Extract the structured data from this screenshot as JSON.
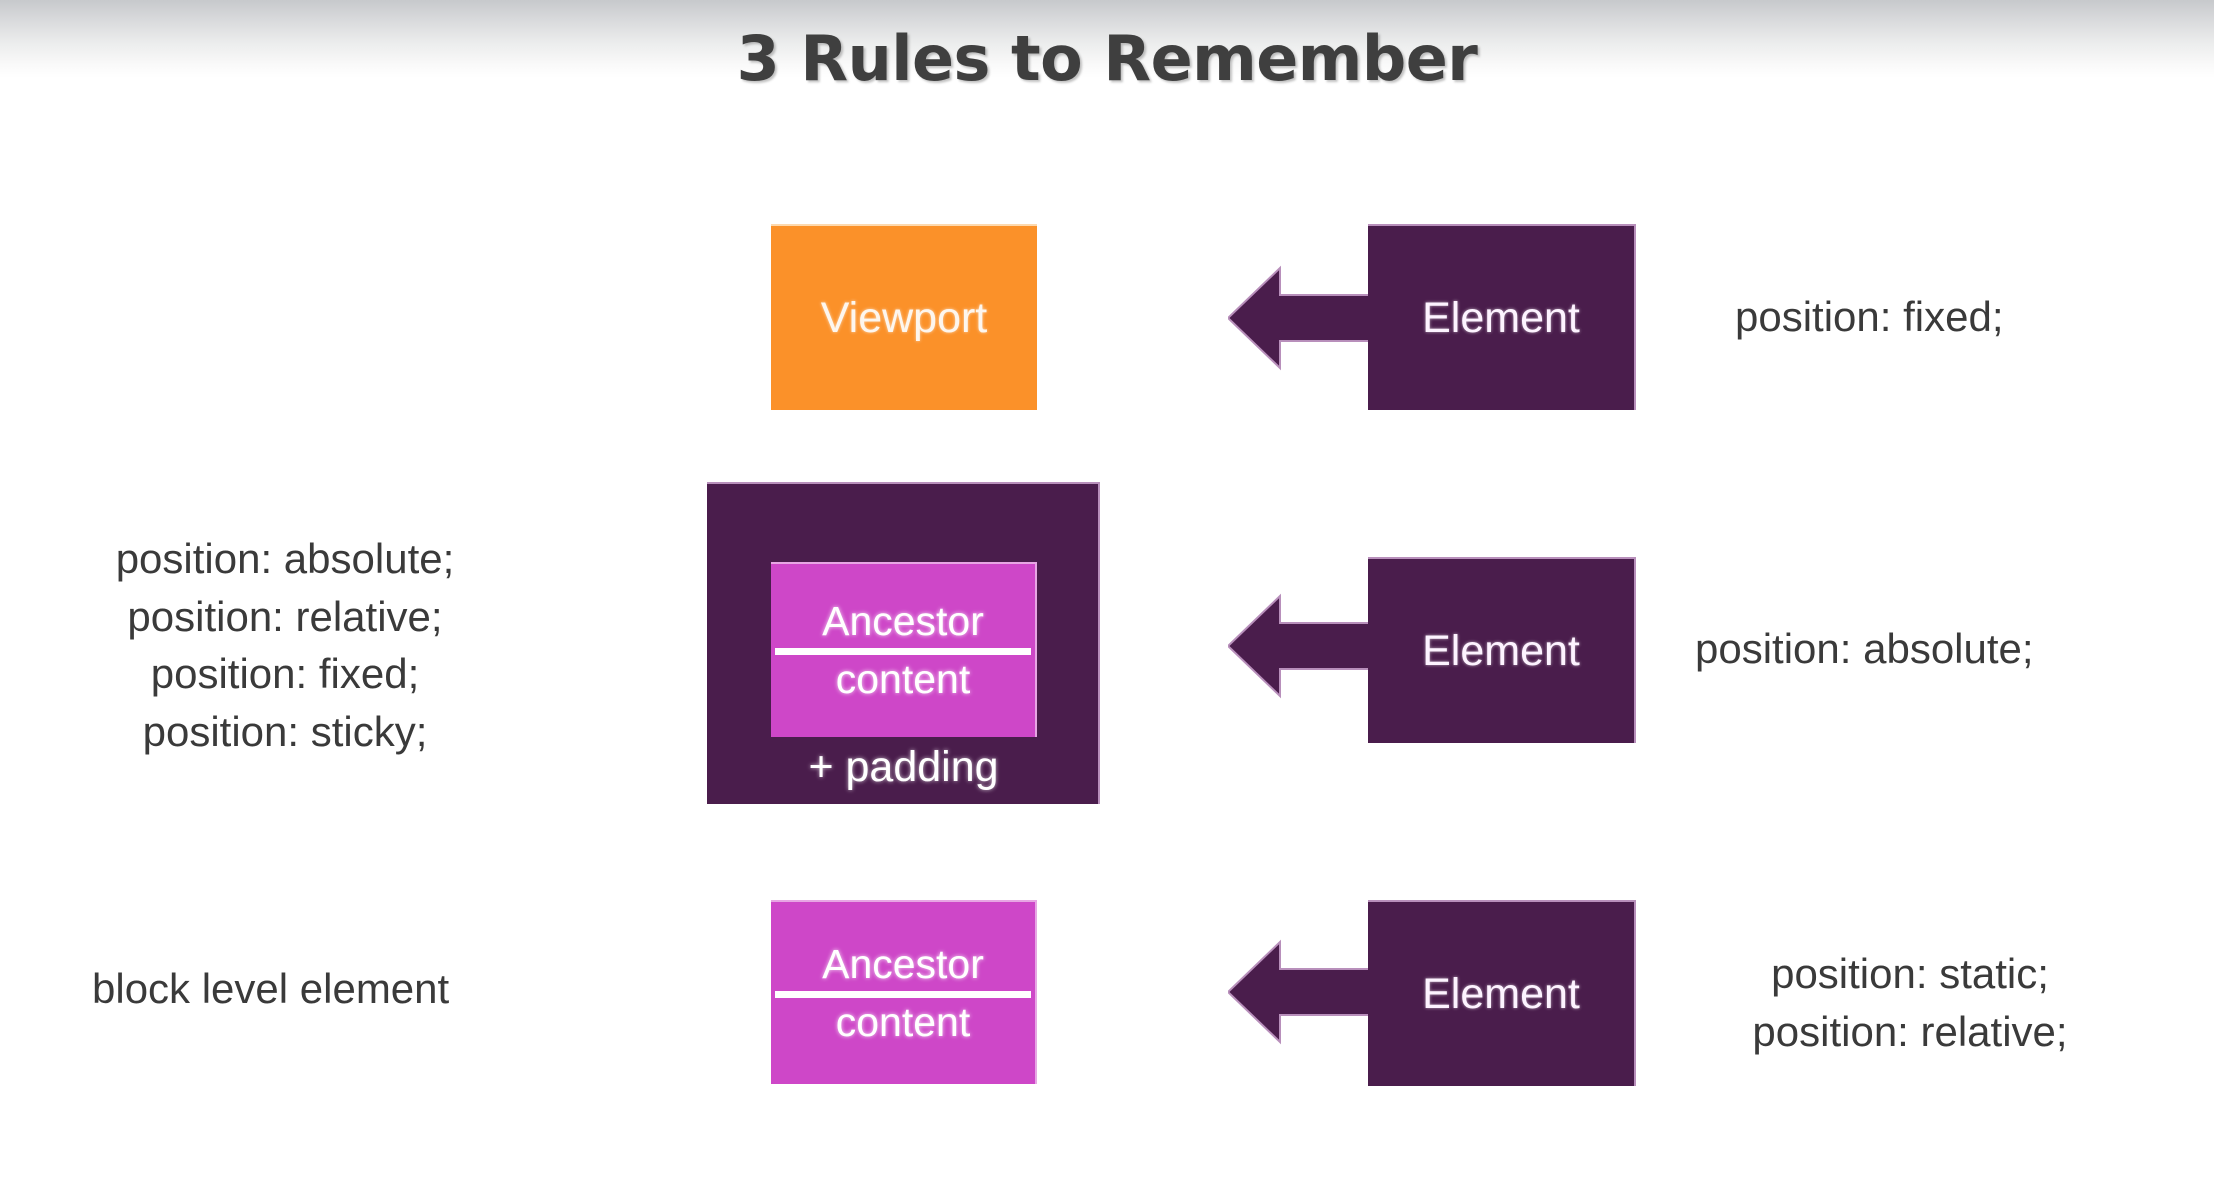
{
  "slide": {
    "title": "3 Rules to Remember",
    "background_color": "#ffffff",
    "title_color": "#3f3f3f"
  },
  "colors": {
    "orange": "#fb9129",
    "dark_purple": "#4a1d4c",
    "magenta": "#ce47c8",
    "text_gray": "#3a3a3a",
    "box_text": "#ffffff"
  },
  "rows": [
    {
      "id": "row-fixed",
      "left_caption": "",
      "container_label": "Viewport",
      "container_kind": "viewport",
      "arrow": "left-arrow-icon",
      "element_label": "Element",
      "right_caption": "position: fixed;"
    },
    {
      "id": "row-absolute",
      "left_caption": "position: absolute;\nposition: relative;\nposition: fixed;\nposition: sticky;",
      "container_label": "Ancestor",
      "container_sub_label": "content",
      "container_padding_label": "+ padding",
      "container_kind": "ancestor-padded",
      "arrow": "left-arrow-icon",
      "element_label": "Element",
      "right_caption": "position: absolute;"
    },
    {
      "id": "row-static",
      "left_caption": "block level element",
      "container_label": "Ancestor",
      "container_sub_label": "content",
      "container_kind": "ancestor",
      "arrow": "left-arrow-icon",
      "element_label": "Element",
      "right_caption": "position: static;\nposition: relative;"
    }
  ]
}
